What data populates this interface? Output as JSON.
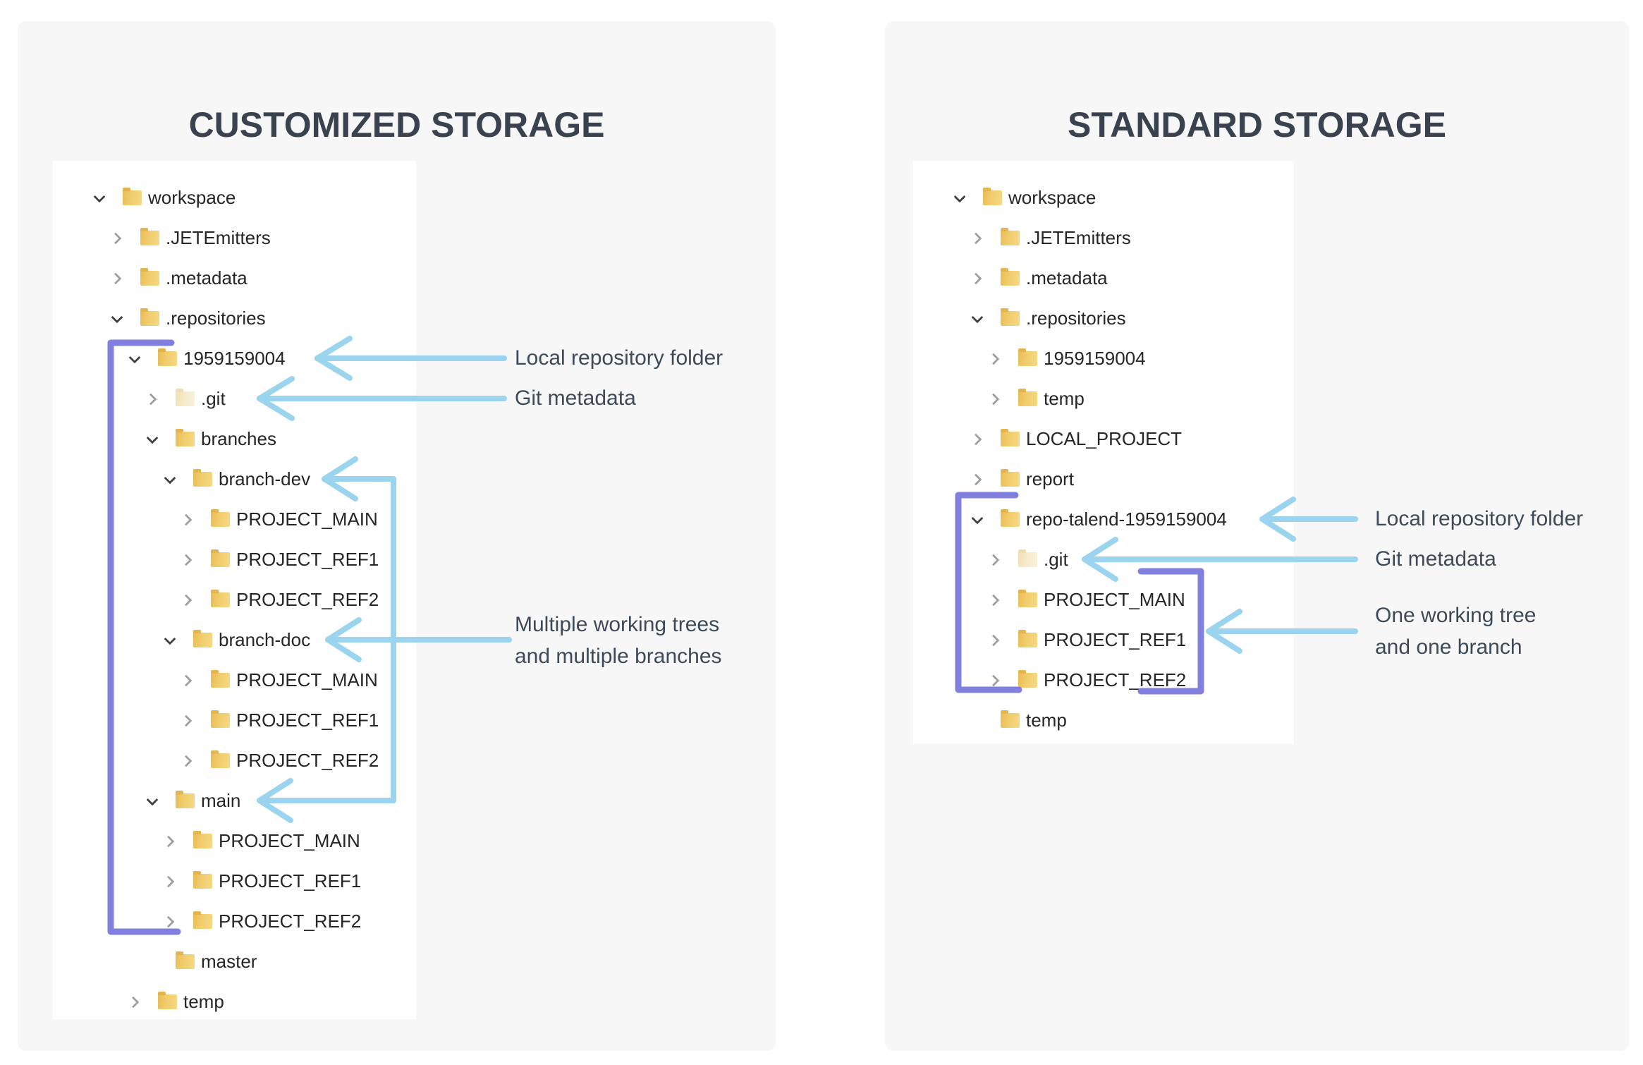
{
  "left_panel": {
    "title": "CUSTOMIZED STORAGE",
    "tree": [
      {
        "label": "workspace",
        "level": 0,
        "state": "expanded"
      },
      {
        "label": ".JETEmitters",
        "level": 1,
        "state": "collapsed"
      },
      {
        "label": ".metadata",
        "level": 1,
        "state": "collapsed"
      },
      {
        "label": ".repositories",
        "level": 1,
        "state": "expanded"
      },
      {
        "label": "1959159004",
        "level": 2,
        "state": "expanded"
      },
      {
        "label": ".git",
        "level": 3,
        "state": "collapsed",
        "faded": true
      },
      {
        "label": "branches",
        "level": 3,
        "state": "expanded"
      },
      {
        "label": "branch-dev",
        "level": 4,
        "state": "expanded"
      },
      {
        "label": "PROJECT_MAIN",
        "level": 5,
        "state": "collapsed"
      },
      {
        "label": "PROJECT_REF1",
        "level": 5,
        "state": "collapsed"
      },
      {
        "label": "PROJECT_REF2",
        "level": 5,
        "state": "collapsed"
      },
      {
        "label": "branch-doc",
        "level": 4,
        "state": "expanded"
      },
      {
        "label": "PROJECT_MAIN",
        "level": 5,
        "state": "collapsed"
      },
      {
        "label": "PROJECT_REF1",
        "level": 5,
        "state": "collapsed"
      },
      {
        "label": "PROJECT_REF2",
        "level": 5,
        "state": "collapsed"
      },
      {
        "label": "main",
        "level": 3,
        "state": "expanded"
      },
      {
        "label": "PROJECT_MAIN",
        "level": 4,
        "state": "collapsed"
      },
      {
        "label": "PROJECT_REF1",
        "level": 4,
        "state": "collapsed"
      },
      {
        "label": "PROJECT_REF2",
        "level": 4,
        "state": "collapsed"
      },
      {
        "label": "master",
        "level": 3,
        "state": "none"
      },
      {
        "label": "temp",
        "level": 2,
        "state": "collapsed"
      }
    ],
    "annotations": {
      "local_repo": "Local repository folder",
      "git_meta": "Git metadata",
      "multi_line1": "Multiple working trees",
      "multi_line2": "and multiple branches"
    }
  },
  "right_panel": {
    "title": "STANDARD STORAGE",
    "tree": [
      {
        "label": "workspace",
        "level": 0,
        "state": "expanded"
      },
      {
        "label": ".JETEmitters",
        "level": 1,
        "state": "collapsed"
      },
      {
        "label": ".metadata",
        "level": 1,
        "state": "collapsed"
      },
      {
        "label": ".repositories",
        "level": 1,
        "state": "expanded"
      },
      {
        "label": "1959159004",
        "level": 2,
        "state": "collapsed"
      },
      {
        "label": "temp",
        "level": 2,
        "state": "collapsed"
      },
      {
        "label": "LOCAL_PROJECT",
        "level": 1,
        "state": "collapsed"
      },
      {
        "label": "report",
        "level": 1,
        "state": "collapsed"
      },
      {
        "label": "repo-talend-1959159004",
        "level": 1,
        "state": "expanded"
      },
      {
        "label": ".git",
        "level": 2,
        "state": "collapsed",
        "faded": true
      },
      {
        "label": "PROJECT_MAIN",
        "level": 2,
        "state": "collapsed"
      },
      {
        "label": "PROJECT_REF1",
        "level": 2,
        "state": "collapsed"
      },
      {
        "label": "PROJECT_REF2",
        "level": 2,
        "state": "collapsed"
      },
      {
        "label": "temp",
        "level": 1,
        "state": "none"
      }
    ],
    "annotations": {
      "local_repo": "Local repository folder",
      "git_meta": "Git metadata",
      "one_line1": "One working tree",
      "one_line2": "and one branch"
    }
  },
  "icons": {
    "folder": "folder-icon",
    "chevron_expanded": "chevron-down-icon",
    "chevron_collapsed": "chevron-right-icon"
  },
  "colors": {
    "page_bg": "#ffffff",
    "card_bg": "#f7f7f8",
    "panel_bg": "#ffffff",
    "title_text": "#39424E",
    "tree_text": "#262626",
    "annotation_text": "#3E4A57",
    "bracket_purple": "#8280DF",
    "arrow_blue": "#9AD4EF",
    "folder_yellow": "#f1cd6e",
    "folder_faded": "#f6ebcd"
  }
}
